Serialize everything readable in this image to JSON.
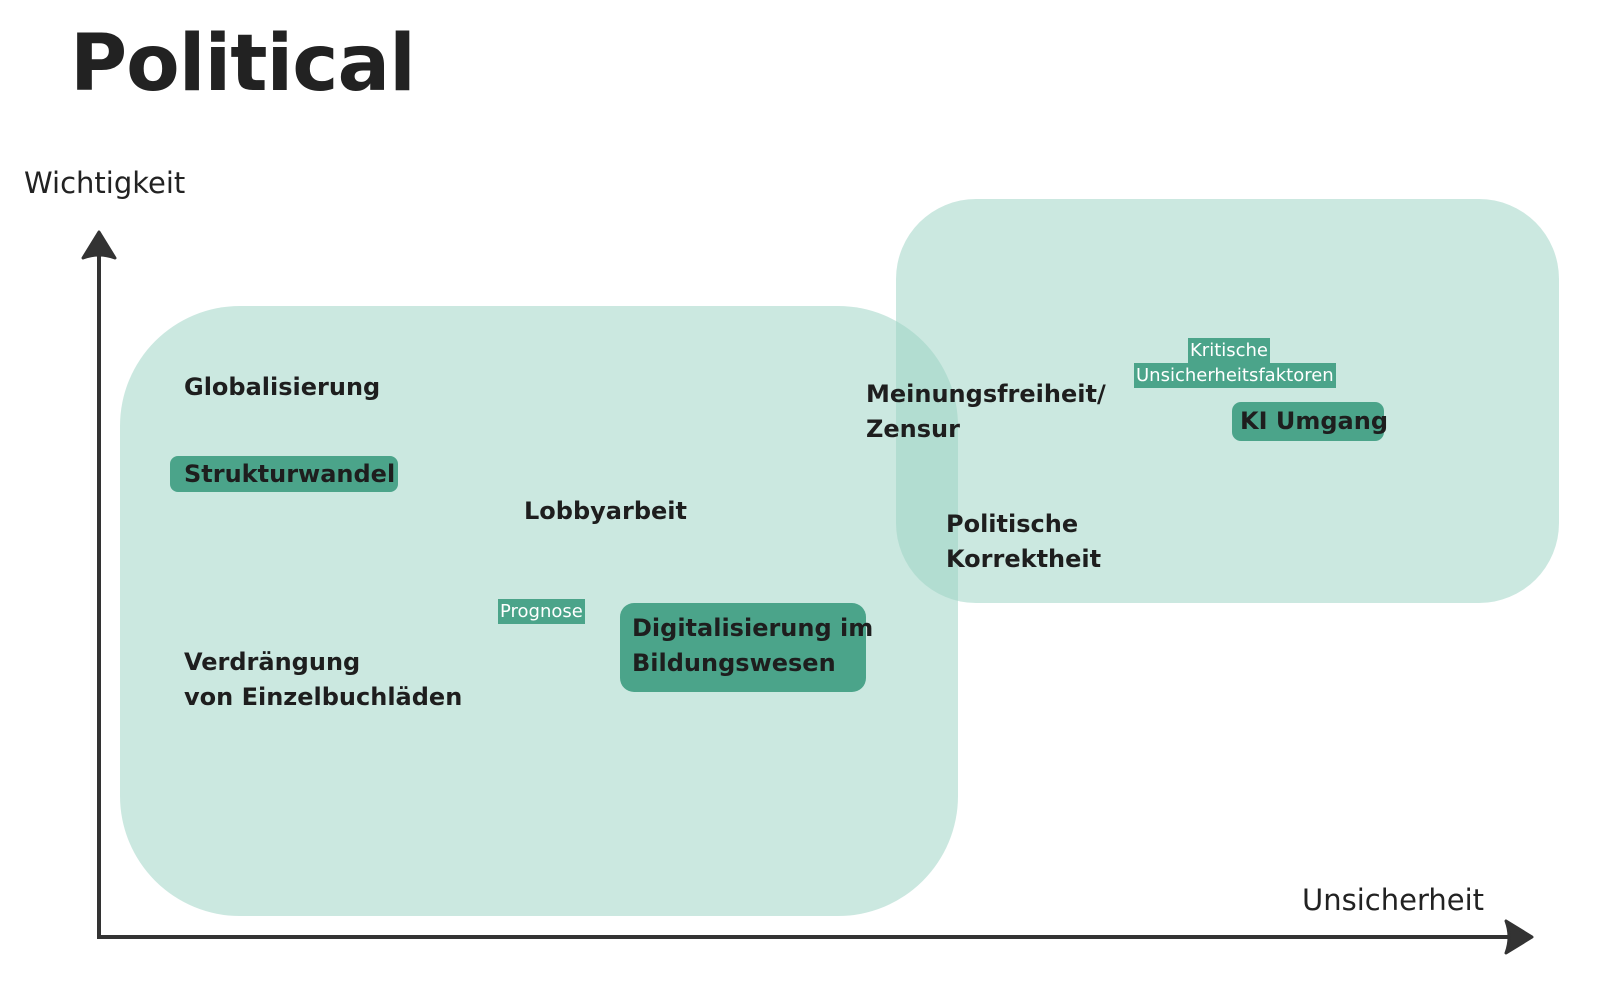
{
  "title": "Political",
  "axes": {
    "y_label": "Wichtigkeit",
    "x_label": "Unsicherheit"
  },
  "zones": [
    {
      "name": "low-uncertainty-zone"
    },
    {
      "name": "critical-uncertainty-zone"
    }
  ],
  "labels": {
    "kritische_line1": "Kritische",
    "kritische_line2": "Unsicherheitsfaktoren",
    "prognose": "Prognose"
  },
  "items": {
    "globalisierung": "Globalisierung",
    "strukturwandel": "Strukturwandel",
    "lobbyarbeit": "Lobbyarbeit",
    "verdraengung_line1": "Verdrängung",
    "verdraengung_line2": "von Einzelbuchläden",
    "digitalisierung_line1": "Digitalisierung im",
    "digitalisierung_line2": "Bildungswesen",
    "meinungsfreiheit_line1": "Meinungsfreiheit/",
    "meinungsfreiheit_line2": "Zensur",
    "politische_line1": "Politische",
    "politische_line2": "Korrektheit",
    "ki_umgang": "KI Umgang"
  },
  "colors": {
    "zone_fill": "#cbe7e1",
    "highlight": "#4ba48a",
    "axis": "#333333",
    "text": "#222222"
  }
}
